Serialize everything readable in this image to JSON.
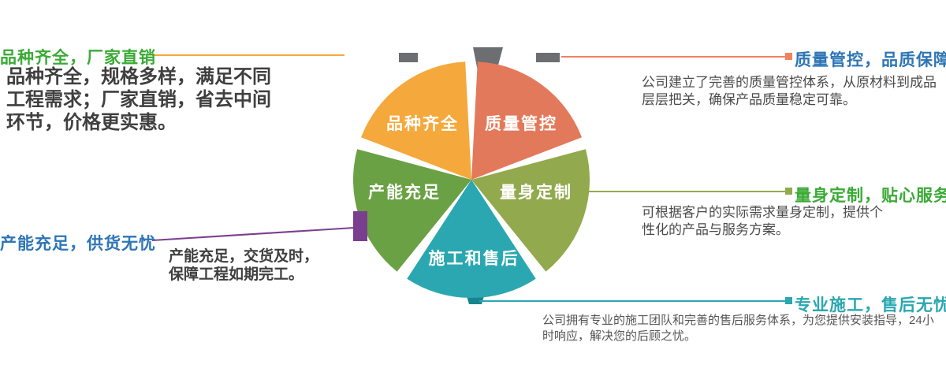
{
  "diagram": {
    "petals": [
      {
        "label": "品种齐全",
        "color": "#F5A83C"
      },
      {
        "label": "质量管控",
        "color": "#E3795B"
      },
      {
        "label": "量身定制",
        "color": "#93A94D"
      },
      {
        "label": "施工和售后",
        "color": "#2AA7B0"
      },
      {
        "label": "产能充足",
        "color": "#6AA144"
      }
    ],
    "tab_colors": {
      "gray": "#6D6E71",
      "purple": "#7A3E8F",
      "dark_teal": "#17858E"
    }
  },
  "callouts": {
    "top_left": {
      "title": "品种齐全，厂家直销",
      "title_color": "#3AAA35",
      "line_color": "#F5A83C",
      "body": "品种齐全，规格多样，满足不同工程需求；厂家直销，省去中间环节，价格更实惠。"
    },
    "top_right": {
      "title": "质量管控，品质保障",
      "title_color": "#2E75B6",
      "line_color": "#F0825F",
      "body": "公司建立了完善的质量管控体系，从原材料到成品层层把关，确保产品质量稳定可靠。"
    },
    "mid_right": {
      "title": "量身定制，贴心服务",
      "title_color": "#3AAA35",
      "line_color": "#93A94D",
      "body": "可根据客户的实际需求量身定制，提供个性化的产品与服务方案。"
    },
    "bottom_right": {
      "title": "专业施工，售后无忧",
      "title_color": "#2AA7B0",
      "line_color": "#2AA7B0",
      "body": "公司拥有专业的施工团队和完善的售后服务体系，为您提供安装指导，24小时响应，解决您的后顾之忧。"
    },
    "bottom_left": {
      "title": "产能充足，供货无忧",
      "title_color": "#2E75B6",
      "line_color": "#7A3E8F",
      "body": "产能充足，交货及时，保障工程如期完工。"
    }
  }
}
